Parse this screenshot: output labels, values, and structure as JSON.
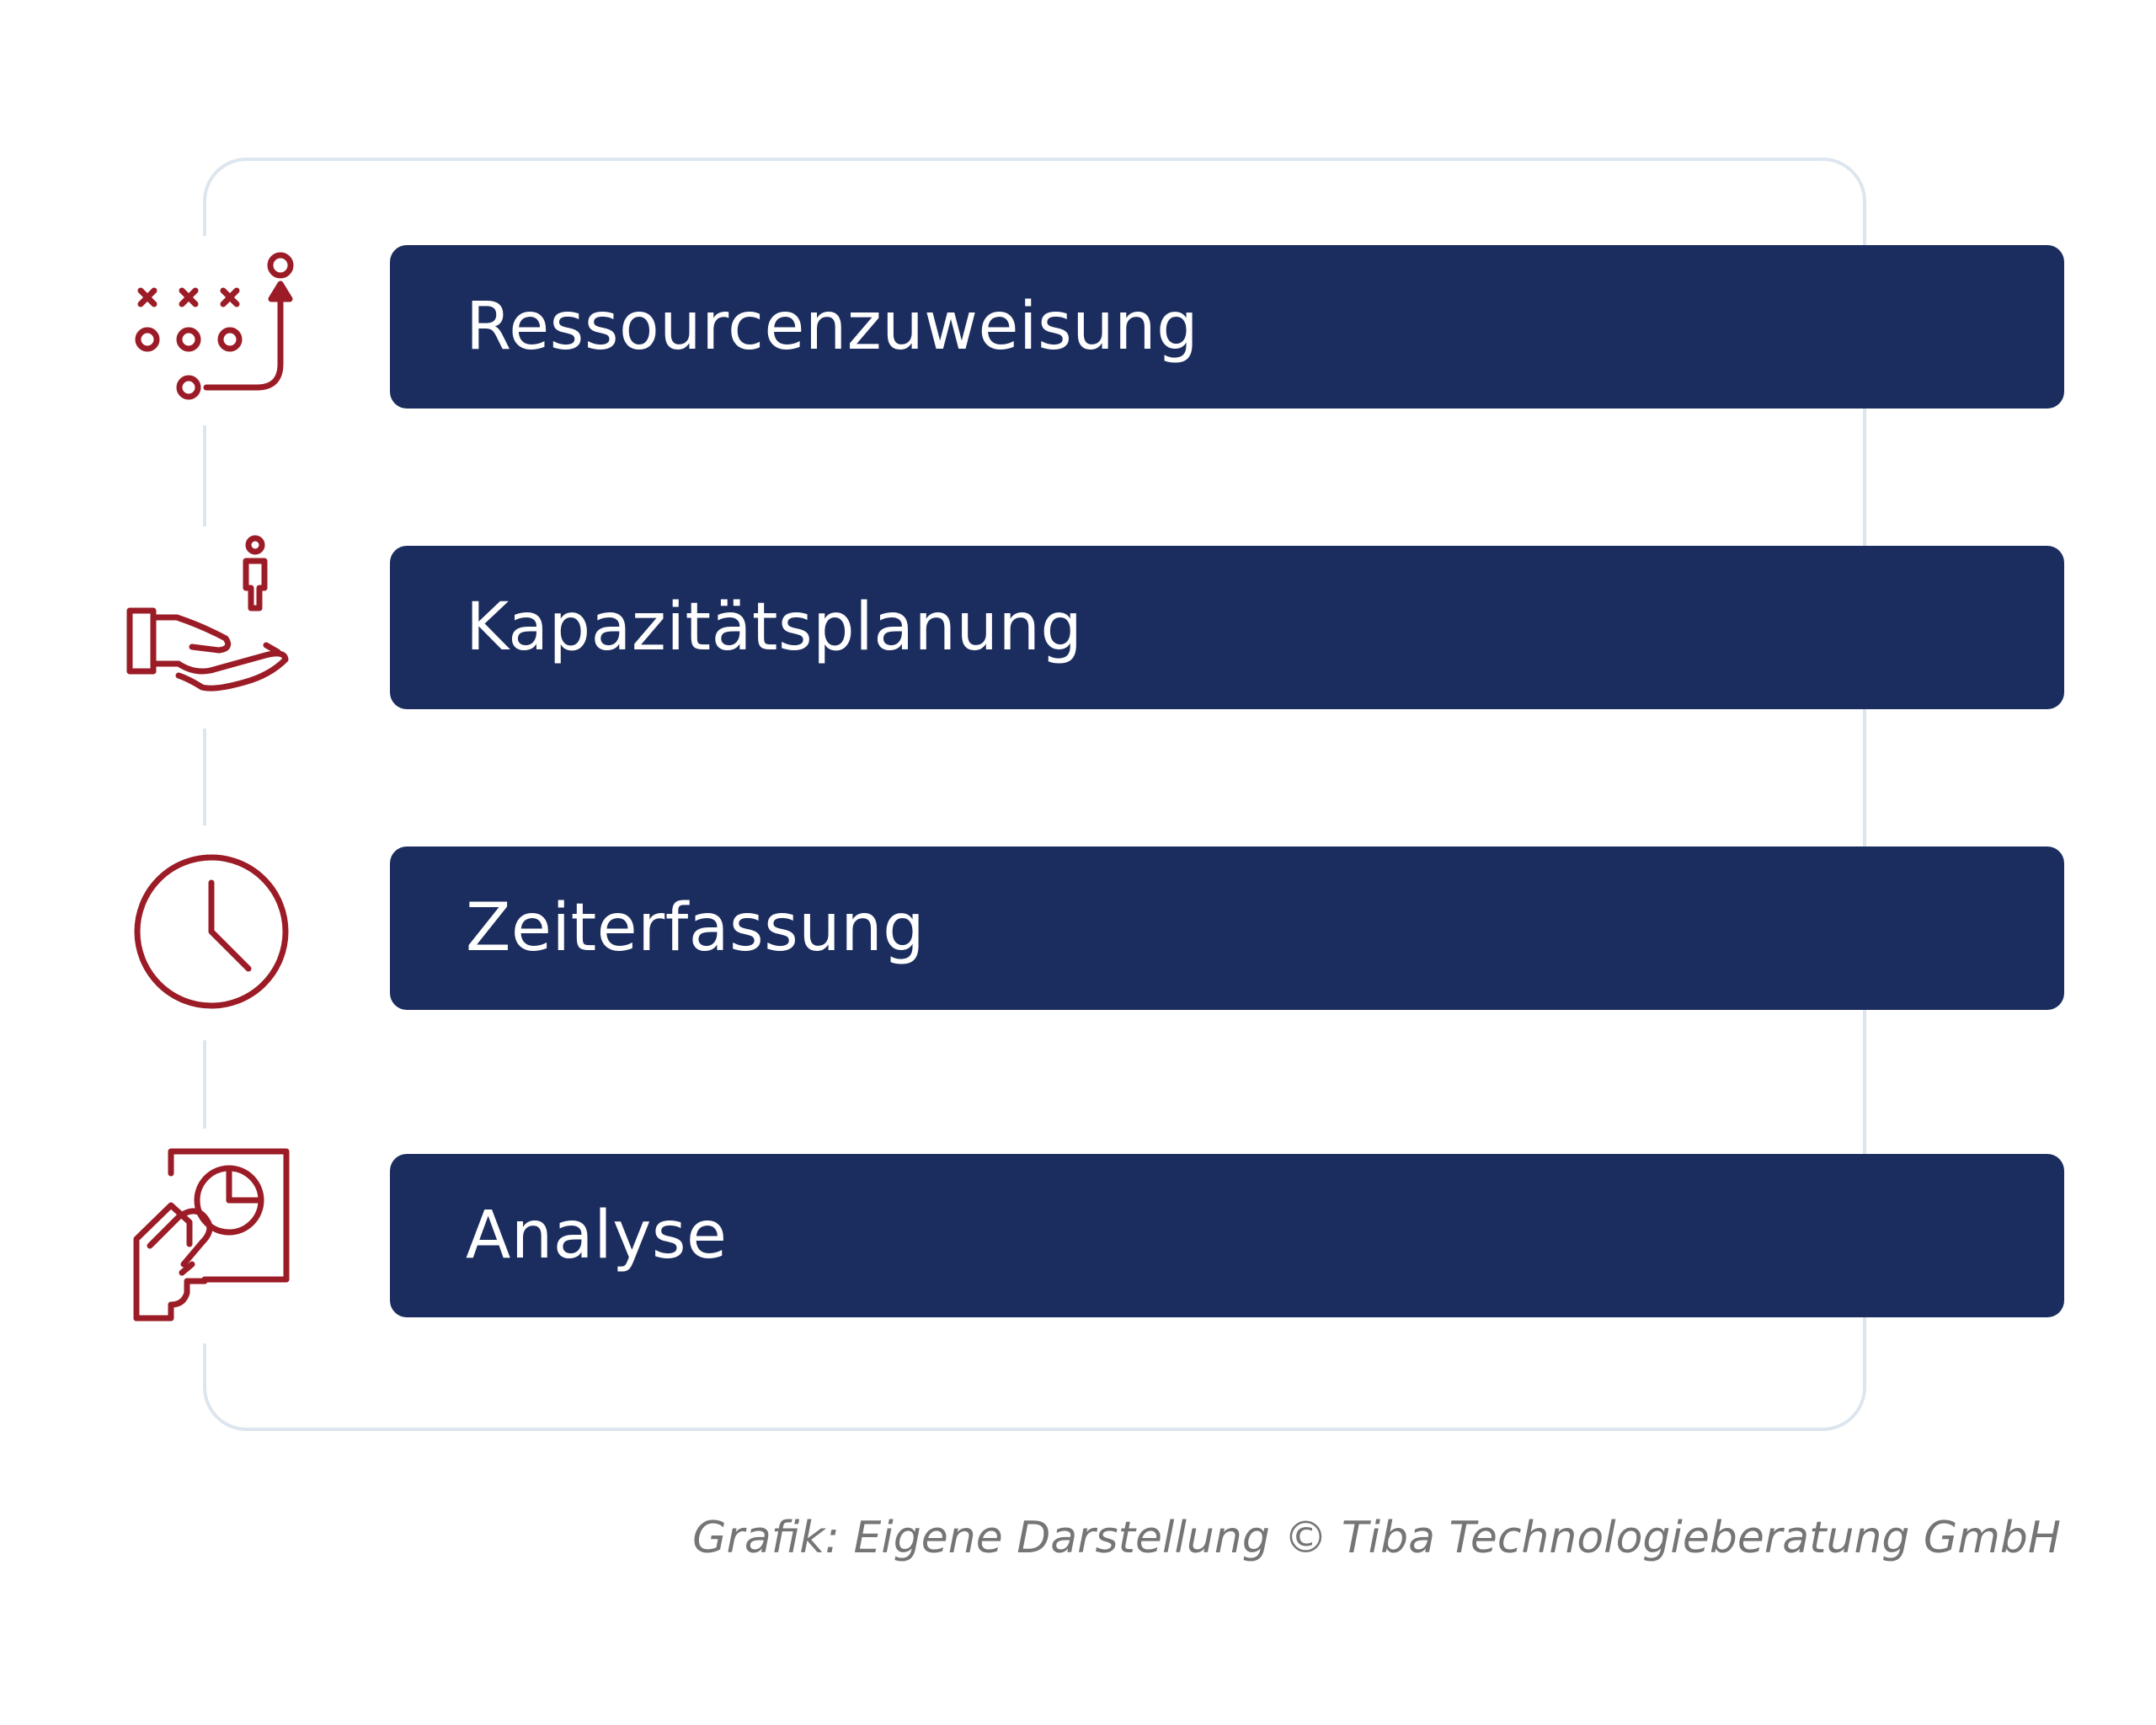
{
  "colors": {
    "bar": "#1b2d5e",
    "bar_text": "#ffffff",
    "icon": "#9b1c26",
    "frame": "#dde6ee",
    "credit": "#757575"
  },
  "steps": [
    {
      "label": "Ressourcenzuweisung",
      "icon": "game-plan-icon"
    },
    {
      "label": "Kapazitätsplanung",
      "icon": "hand-holding-person-icon"
    },
    {
      "label": "Zeiterfassung",
      "icon": "clock-icon"
    },
    {
      "label": "Analyse",
      "icon": "hand-with-chart-icon"
    }
  ],
  "credit": "Grafik: Eigene Darstellung © Tiba Technologieberatung GmbH"
}
